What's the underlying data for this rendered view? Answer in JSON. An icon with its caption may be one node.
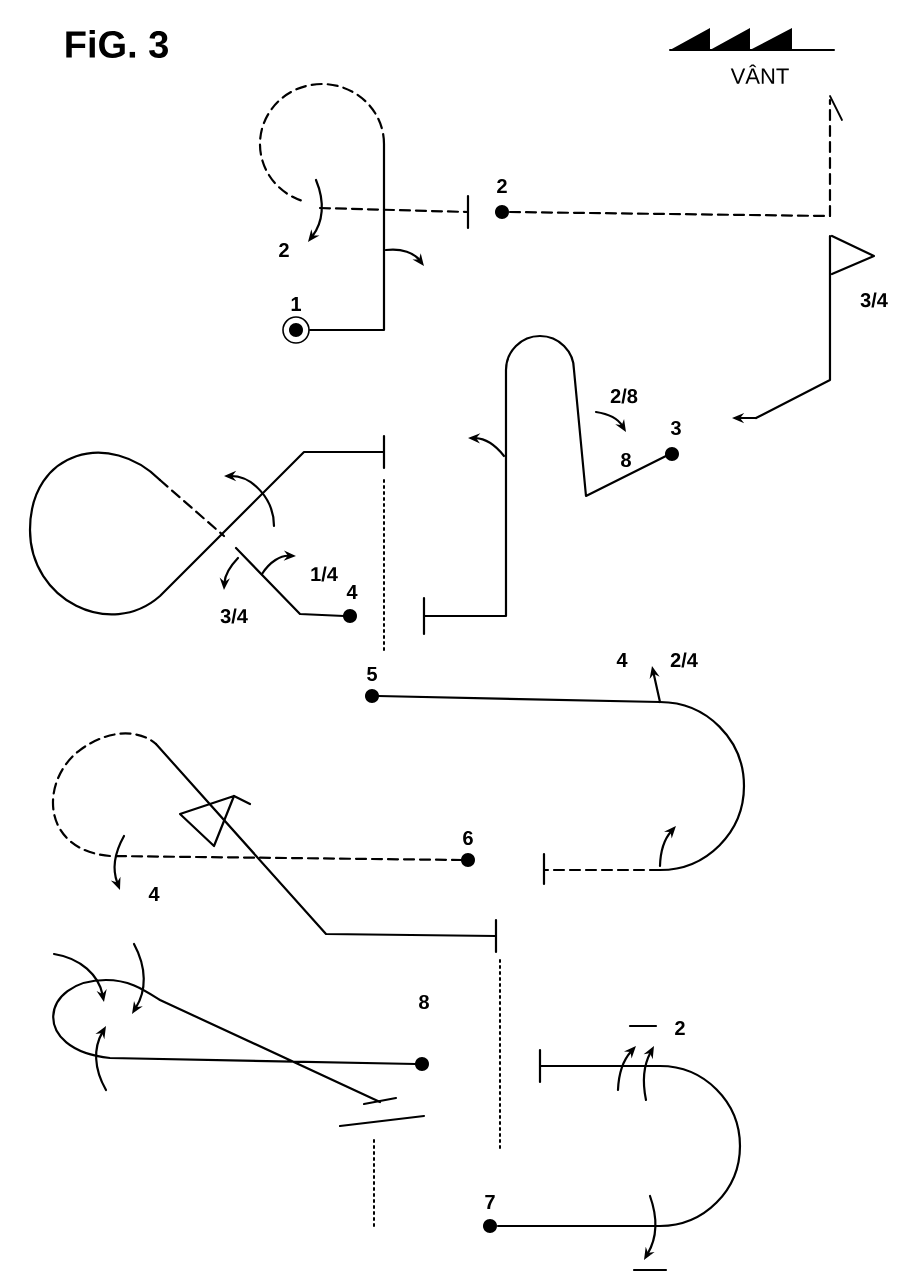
{
  "diagram": {
    "title": "FiG. 3",
    "labels": [
      "VÂNT",
      "2",
      "2",
      "3/4",
      "1",
      "2/8",
      "3",
      "8",
      "1/4",
      "4",
      "3/4",
      "5",
      "4",
      "2/4",
      "6",
      "4",
      "8",
      "2",
      "7"
    ]
  }
}
